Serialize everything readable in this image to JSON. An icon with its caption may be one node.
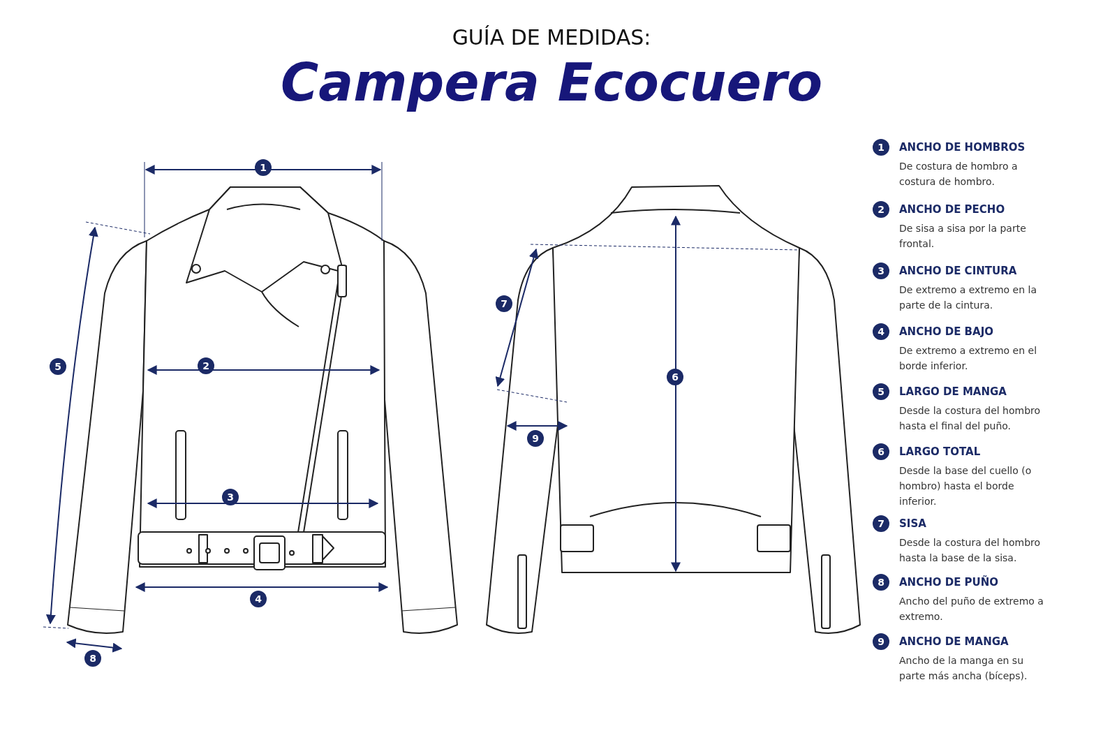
{
  "diagram": {
    "title": "Campera Ecocuero",
    "labels": [
      "GUÍA DE MEDIDAS:",
      "1",
      "2",
      "3",
      "4",
      "5",
      "8",
      "6",
      "7",
      "9",
      "1",
      "ANCHO DE HOMBROS",
      "De costura de hombro a costura de hombro.",
      "2",
      "ANCHO DE PECHO",
      "De sisa a sisa por la parte frontal.",
      "3",
      "ANCHO DE CINTURA",
      "De extremo a extremo en la parte de la cintura.",
      "4",
      "ANCHO DE BAJO",
      "De extremo a extremo en el borde inferior.",
      "5",
      "LARGO DE MANGA",
      "Desde la costura del hombro hasta el final del puño.",
      "6",
      "LARGO TOTAL",
      "Desde la base del cuello (o hombro) hasta el borde inferior.",
      "7",
      "SISA",
      "Desde la costura del hombro hasta la base de la sisa.",
      "8",
      "ANCHO DE PUÑO",
      "Ancho del puño de extremo a extremo.",
      "9",
      "ANCHO DE MANGA",
      "Ancho de la manga en su parte más ancha (bíceps)."
    ]
  }
}
